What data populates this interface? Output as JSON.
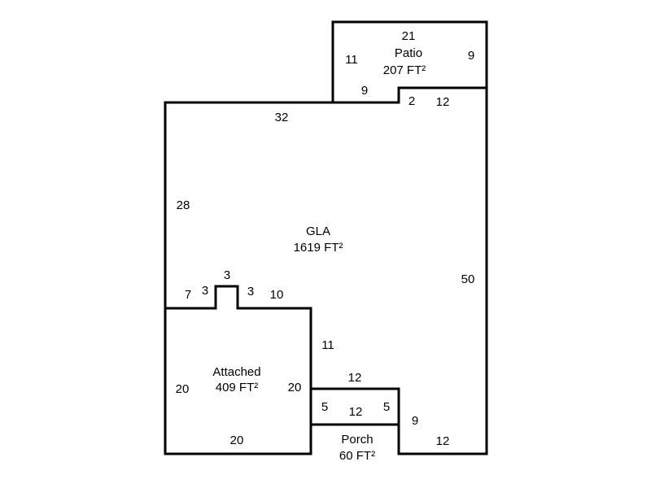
{
  "areas": {
    "patio": {
      "name": "Patio",
      "size": "207 FT²"
    },
    "gla": {
      "name": "GLA",
      "size": "1619 FT²"
    },
    "attached": {
      "name": "Attached",
      "size": "409 FT²"
    },
    "porch": {
      "name": "Porch",
      "size": "60 FT²"
    }
  },
  "dimensions": {
    "patio_top": "21",
    "patio_left": "11",
    "patio_right": "9",
    "patio_bottom": "9",
    "step_up": "2",
    "gla_top_right": "12",
    "gla_top": "32",
    "gla_left": "28",
    "gla_right": "50",
    "notch_left": "7",
    "notch_side_left": "3",
    "notch_top": "3",
    "notch_side_right": "3",
    "notch_right": "10",
    "gla_inner_vertical": "11",
    "attached_left": "20",
    "attached_right": "20",
    "attached_bottom": "20",
    "porch_top": "12",
    "porch_left": "5",
    "porch_middle": "12",
    "porch_right": "5",
    "gla_step": "9",
    "gla_bottom_right": "12"
  }
}
